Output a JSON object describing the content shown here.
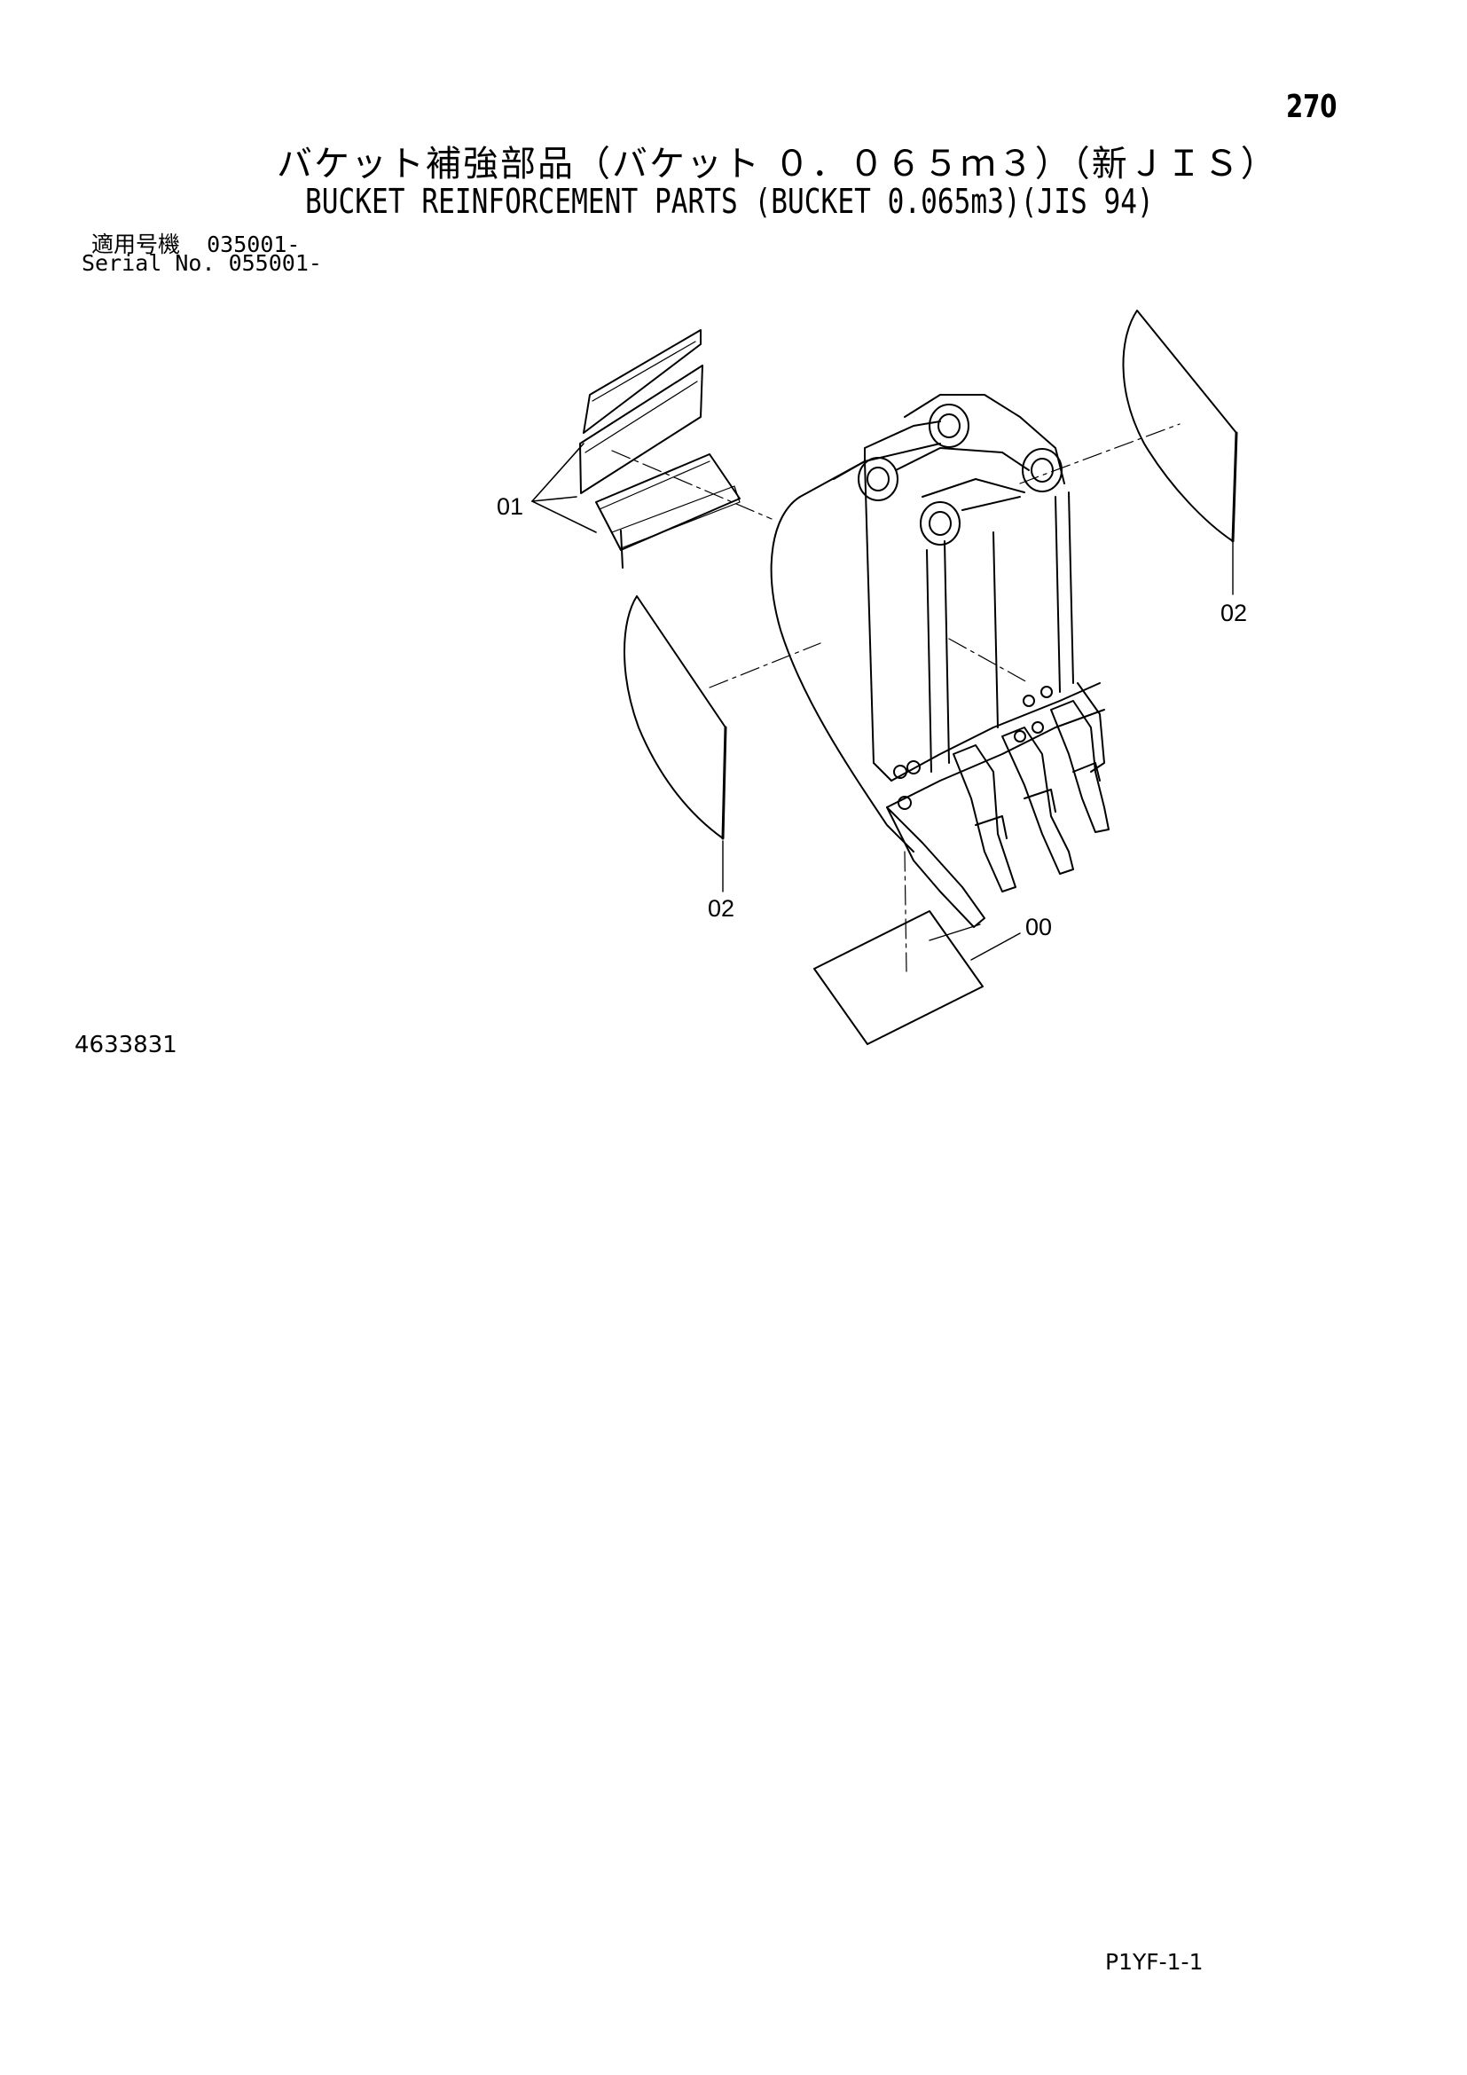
{
  "page": {
    "number": "270",
    "title_jp": "バケット補強部品（バケット ０．０６５ｍ３）（新ＪＩＳ）",
    "title_en": "BUCKET REINFORCEMENT PARTS (BUCKET 0.065m3)(JIS 94)",
    "serial_jp_label": "適用号機",
    "serial_jp_value": "035001-",
    "serial_en_label": "Serial No.",
    "serial_en_value": "055001-",
    "drawing_number": "4633831",
    "sheet_code": "P1YF-1-1"
  },
  "callouts": {
    "c01": "01",
    "c02_right": "02",
    "c02_left": "02",
    "c00": "00"
  }
}
